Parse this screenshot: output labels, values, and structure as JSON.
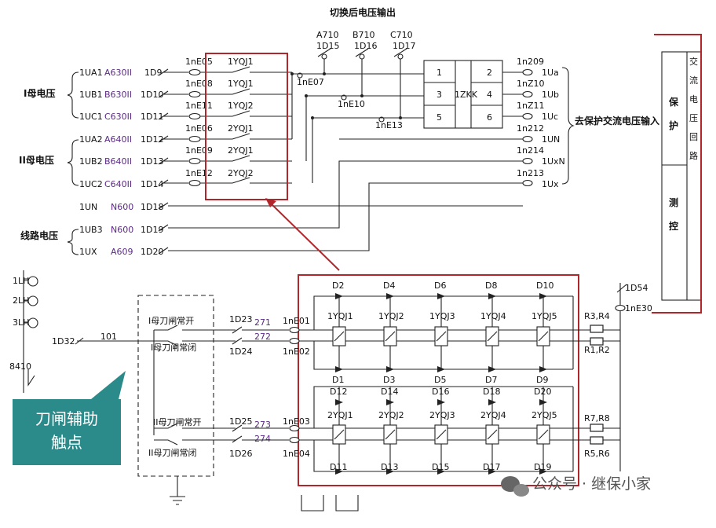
{
  "header": {
    "title": "切换后电压输出"
  },
  "output_phase": [
    {
      "label": "A710",
      "terminal": "1D15"
    },
    {
      "label": "B710",
      "terminal": "1D16"
    },
    {
      "label": "C710",
      "terminal": "1D17"
    }
  ],
  "group_labels": {
    "bus1": "I母电压",
    "bus2": "II母电压",
    "line": "线路电压"
  },
  "input_rows": [
    {
      "src": "1UA1",
      "wire": "A630II",
      "terminal": "1D9",
      "ne": "1nE05",
      "relay": "1YQJ1"
    },
    {
      "src": "1UB1",
      "wire": "B630II",
      "terminal": "1D10",
      "ne": "1nE08",
      "relay": "1YQJ1"
    },
    {
      "src": "1UC1",
      "wire": "C630II",
      "terminal": "1D11",
      "ne": "1nE11",
      "relay": "1YQJ2"
    },
    {
      "src": "1UA2",
      "wire": "A640II",
      "terminal": "1D12",
      "ne": "1nE06",
      "relay": "2YQJ1"
    },
    {
      "src": "1UB2",
      "wire": "B640II",
      "terminal": "1D13",
      "ne": "1nE09",
      "relay": "2YQJ1"
    },
    {
      "src": "1UC2",
      "wire": "C640II",
      "terminal": "1D14",
      "ne": "1nE12",
      "relay": "2YQJ2"
    },
    {
      "src": "1UN",
      "wire": "N600",
      "terminal": "1D18"
    },
    {
      "src": "1UB3",
      "wire": "N600",
      "terminal": "1D19"
    },
    {
      "src": "1UX",
      "wire": "A609",
      "terminal": "1D20"
    }
  ],
  "junctions": [
    "1nE07",
    "1nE10",
    "1nE13"
  ],
  "zkk": {
    "label": "1ZKK",
    "left": [
      "1",
      "3",
      "5"
    ],
    "right": [
      "2",
      "4",
      "6"
    ]
  },
  "outputs": [
    {
      "ne": "1n209",
      "label": "1Ua"
    },
    {
      "ne": "1nZ10",
      "label": "1Ub"
    },
    {
      "ne": "1nZ11",
      "label": "1Uc"
    },
    {
      "ne": "1n212",
      "label": "1UN"
    },
    {
      "ne": "1n214",
      "label": "1UxN"
    },
    {
      "ne": "1n213",
      "label": "1Ux"
    }
  ],
  "to_protection": "去保护交流电压输入",
  "right_box": {
    "protect": "保护",
    "measure": "测控",
    "circuit": "交流电压回路"
  },
  "left_indicators": [
    "1LH",
    "2LH",
    "3LH",
    "8410"
  ],
  "bottom_left": {
    "terminal": "1D32",
    "wire": "101"
  },
  "knife_contacts": {
    "bus1_open": "I母刀闸常开",
    "bus1_closed": "I母刀闸常闭",
    "bus2_open": "II母刀闸常开",
    "bus2_closed": "II母刀闸常闭"
  },
  "term_rows": [
    {
      "terminal": "1D23",
      "wire": "271",
      "ne": "1nE01"
    },
    {
      "terminal": "1D24",
      "wire": "272",
      "ne": "1nE02"
    },
    {
      "terminal": "1D25",
      "wire": "273",
      "ne": "1nE03"
    },
    {
      "terminal": "1D26",
      "wire": "274",
      "ne": "1nE04"
    }
  ],
  "relays_top": [
    "1YQJ1",
    "1YQJ2",
    "1YQJ3",
    "1YQJ4",
    "1YQJ5"
  ],
  "relays_bottom": [
    "2YQJ1",
    "2YQJ2",
    "2YQJ3",
    "2YQJ4",
    "2YQJ5"
  ],
  "diodes_row1": [
    "D2",
    "D4",
    "D6",
    "D8",
    "D10"
  ],
  "diodes_row2": [
    "D1",
    "D3",
    "D5",
    "D7",
    "D9"
  ],
  "diodes_row3": [
    "D12",
    "D14",
    "D16",
    "D18",
    "D20"
  ],
  "diodes_row4": [
    "D11",
    "D13",
    "D15",
    "D17",
    "D19"
  ],
  "resistors": [
    "R3,R4",
    "R1,R2",
    "R7,R8",
    "R5,R6"
  ],
  "right_terminal": {
    "terminal": "1D54",
    "ne": "1nE30"
  },
  "callout": {
    "line1": "刀闸辅助",
    "line2": "触点"
  },
  "watermark": "公众号 · 继保小家"
}
